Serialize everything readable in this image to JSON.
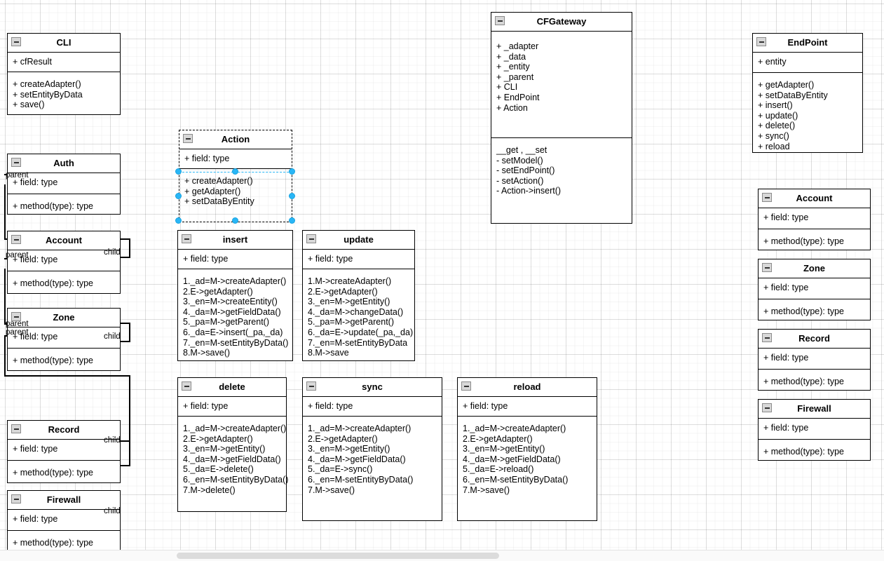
{
  "app": {
    "type": "uml-class-diagram-editor",
    "accent_selection_color": "#29b6f6",
    "grid": "on"
  },
  "classes": [
    {
      "id": "cli",
      "name": "CLI",
      "attributes": [
        "+ cfResult"
      ],
      "methods": [
        "+ createAdapter()",
        "+ setEntityByData",
        "+ save()"
      ],
      "selected": false
    },
    {
      "id": "auth",
      "name": "Auth",
      "attributes": [
        "+ field: type"
      ],
      "methods": [
        "+ method(type): type"
      ],
      "selected": false
    },
    {
      "id": "account-left",
      "name": "Account",
      "attributes": [
        "+ field: type"
      ],
      "methods": [
        "+ method(type): type"
      ],
      "selected": false
    },
    {
      "id": "zone-left",
      "name": "Zone",
      "attributes": [
        "+ field: type"
      ],
      "methods": [
        "+ method(type): type"
      ],
      "selected": false
    },
    {
      "id": "record-left",
      "name": "Record",
      "attributes": [
        "+ field: type"
      ],
      "methods": [
        "+ method(type): type"
      ],
      "selected": false
    },
    {
      "id": "firewall-left",
      "name": "Firewall",
      "attributes": [
        "+ field: type"
      ],
      "methods": [
        "+ method(type): type"
      ],
      "selected": false
    },
    {
      "id": "action",
      "name": "Action",
      "attributes": [
        "+ field: type"
      ],
      "methods": [
        "+ createAdapter()",
        "+ getAdapter()",
        "+ setDataByEntity"
      ],
      "selected": true
    },
    {
      "id": "insert",
      "name": "insert",
      "attributes": [
        "+ field: type"
      ],
      "methods": [
        "1._ad=M->createAdapter()",
        "2.E->getAdapter()",
        "3._en=M->createEntity()",
        "4._da=M->getFieldData()",
        "5._pa=M->getParent()",
        "6._da=E->insert(_pa,_da)",
        "7._en=M-setEntityByData()",
        "8.M->save()"
      ],
      "selected": false
    },
    {
      "id": "update",
      "name": "update",
      "attributes": [
        "+ field: type"
      ],
      "methods": [
        "1.M->createAdapter()",
        "2.E->getAdapter()",
        "3._en=M->getEntity()",
        "4._da=M->changeData()",
        "5._pa=M->getParent()",
        "6._da=E->update(_pa,_da)",
        "7._en=M-setEntityByData",
        "8.M->save"
      ],
      "selected": false
    },
    {
      "id": "delete",
      "name": "delete",
      "attributes": [
        "+ field: type"
      ],
      "methods": [
        "1._ad=M->createAdapter()",
        "2.E->getAdapter()",
        "3._en=M->getEntity()",
        "4._da=M->getFieldData()",
        "5._da=E->delete()",
        "6._en=M-setEntityByData()",
        "7.M->delete()"
      ],
      "selected": false
    },
    {
      "id": "sync",
      "name": "sync",
      "attributes": [
        "+ field: type"
      ],
      "methods": [
        "1._ad=M->createAdapter()",
        "2.E->getAdapter()",
        "3._en=M->getEntity()",
        "4._da=M->getFieldData()",
        "5._da=E->sync()",
        "6._en=M-setEntityByData()",
        "7.M->save()"
      ],
      "selected": false
    },
    {
      "id": "reload",
      "name": "reload",
      "attributes": [
        "+ field: type"
      ],
      "methods": [
        "1._ad=M->createAdapter()",
        "2.E->getAdapter()",
        "3._en=M->getEntity()",
        "4._da=M->getFieldData()",
        "5._da=E->reload()",
        "6._en=M-setEntityByData()",
        "7.M->save()"
      ],
      "selected": false
    },
    {
      "id": "cfgateway",
      "name": "CFGateway",
      "attributes": [
        "+ _adapter",
        "+ _data",
        "+ _entity",
        "+ _parent",
        "+ CLI",
        "+ EndPoint",
        "+ Action"
      ],
      "methods": [
        "__get , __set",
        "- setModel()",
        "- setEndPoint()",
        "- setAction()",
        "- Action->insert()"
      ],
      "selected": false
    },
    {
      "id": "endpoint",
      "name": "EndPoint",
      "attributes": [
        "+  entity"
      ],
      "methods": [
        "+ getAdapter()",
        "+ setDataByEntity",
        "+ insert()",
        "+ update()",
        "+ delete()",
        "+ sync()",
        "+ reload"
      ],
      "selected": false
    },
    {
      "id": "account-right",
      "name": "Account",
      "attributes": [
        "+ field: type"
      ],
      "methods": [
        "+ method(type): type"
      ],
      "selected": false
    },
    {
      "id": "zone-right",
      "name": "Zone",
      "attributes": [
        "+ field: type"
      ],
      "methods": [
        "+ method(type): type"
      ],
      "selected": false
    },
    {
      "id": "record-right",
      "name": "Record",
      "attributes": [
        "+ field: type"
      ],
      "methods": [
        "+ method(type): type"
      ],
      "selected": false
    },
    {
      "id": "firewall-right",
      "name": "Firewall",
      "attributes": [
        "+ field: type"
      ],
      "methods": [
        "+ method(type): type"
      ],
      "selected": false
    }
  ],
  "connector_labels": {
    "auth_parent": "parent",
    "account_parent": "parent",
    "account_child": "child",
    "zone_parent_a": "parent",
    "zone_parent_b": "parent",
    "zone_child": "child",
    "record_child": "child",
    "firewall_child": "child"
  },
  "icons": {
    "collapse": "minus-square-icon"
  }
}
